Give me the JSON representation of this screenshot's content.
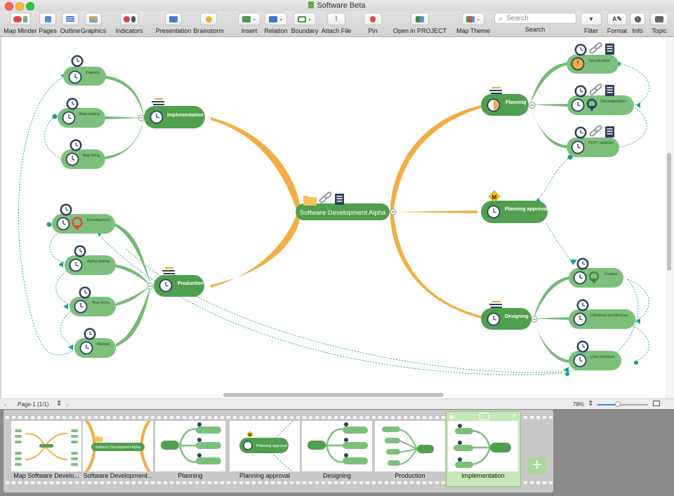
{
  "window": {
    "title": "Software Beta"
  },
  "toolbar": {
    "items": [
      {
        "id": "map-minder",
        "label": "Map Minder"
      },
      {
        "id": "pages",
        "label": "Pages"
      },
      {
        "id": "outline",
        "label": "Outline"
      },
      {
        "id": "graphics",
        "label": "Graphics"
      },
      {
        "id": "indicators",
        "label": "Indicators"
      },
      {
        "id": "presentation",
        "label": "Presentation"
      },
      {
        "id": "brainstorm",
        "label": "Brainstorm"
      },
      {
        "id": "insert",
        "label": "Insert"
      },
      {
        "id": "relation",
        "label": "Relation"
      },
      {
        "id": "boundary",
        "label": "Boundary"
      },
      {
        "id": "attach-file",
        "label": "Attach File"
      },
      {
        "id": "pin",
        "label": "Pin"
      },
      {
        "id": "open-in-project",
        "label": "Open in PROJECT"
      },
      {
        "id": "map-theme",
        "label": "Map Theme"
      },
      {
        "id": "search",
        "label": "Search"
      },
      {
        "id": "filter",
        "label": "Filter"
      },
      {
        "id": "format",
        "label": "Format"
      },
      {
        "id": "info",
        "label": "Info"
      },
      {
        "id": "topic",
        "label": "Topic"
      }
    ],
    "search_placeholder": "Search"
  },
  "mindmap": {
    "central": "Software Development Alpha",
    "branches": {
      "implementation": {
        "label": "Implementation",
        "children": [
          "Training",
          "Beta testing",
          "Bug fixing"
        ]
      },
      "production": {
        "label": "Production",
        "children": [
          "Development",
          "Alpha testing",
          "Bug fixing",
          "Manual"
        ]
      },
      "planning": {
        "label": "Planning",
        "children": [
          "Specification",
          "Decomposition",
          "PERT diagram"
        ]
      },
      "planning_approval": {
        "label": "Planning approval",
        "marker": "M"
      },
      "designing": {
        "label": "Designing",
        "children": [
          "Feature",
          "Database architecture",
          "User interface"
        ]
      }
    }
  },
  "statusbar": {
    "page": "Page-1 (1/1)",
    "zoom": "78%",
    "zoom_level": 0.4
  },
  "slides": [
    {
      "label": "Map Software Develo..."
    },
    {
      "label": "Software Development..."
    },
    {
      "label": "Planning"
    },
    {
      "label": "Planning approval"
    },
    {
      "label": "Designing"
    },
    {
      "label": "Production"
    },
    {
      "label": "Implementation",
      "active": true
    }
  ],
  "colors": {
    "topic_dark": "#4f9f4f",
    "topic_light": "#7cc07c",
    "branch_orange": "#f2ae45",
    "branch_green": "#7cc07c",
    "accent_teal": "#16a085",
    "marker_yellow": "#f5c518"
  }
}
